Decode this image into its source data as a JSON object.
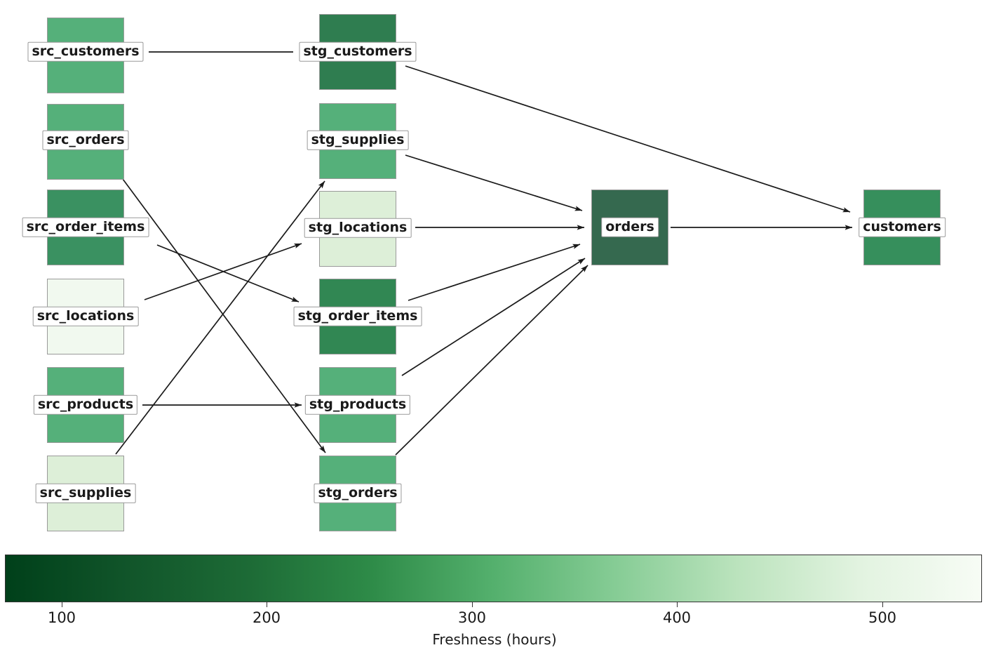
{
  "chart_data": {
    "type": "diagram",
    "subtype": "data-lineage-dag",
    "title": "",
    "colorbar": {
      "label": "Freshness (hours)",
      "ticks": [
        100,
        200,
        300,
        400,
        500
      ],
      "tick_labels": [
        "100",
        "200",
        "300",
        "400",
        "500"
      ],
      "vmin": 70,
      "vmax": 547,
      "colormap": "Greens_reversed",
      "gradient_stops": [
        "#00401a",
        "#11552a",
        "#1d6b36",
        "#2e8b48",
        "#54b06d",
        "#86cc95",
        "#bbe3bd",
        "#e2f3e0",
        "#f7fcf5"
      ],
      "orientation": "horizontal"
    },
    "nodes": [
      {
        "id": "src_customers",
        "label": "src_customers",
        "column": 0,
        "row": 0,
        "color": "#55b07a",
        "freshness": 246
      },
      {
        "id": "src_orders",
        "label": "src_orders",
        "column": 0,
        "row": 1,
        "color": "#55b07a",
        "freshness": 250
      },
      {
        "id": "src_order_items",
        "label": "src_order_items",
        "column": 0,
        "row": 2,
        "color": "#3a9161",
        "freshness": 188
      },
      {
        "id": "src_locations",
        "label": "src_locations",
        "column": 0,
        "row": 3,
        "color": "#f1f9ef",
        "freshness": 540
      },
      {
        "id": "src_products",
        "label": "src_products",
        "column": 0,
        "row": 4,
        "color": "#55b07a",
        "freshness": 248
      },
      {
        "id": "src_supplies",
        "label": "src_supplies",
        "column": 0,
        "row": 5,
        "color": "#ddefd8",
        "freshness": 470
      },
      {
        "id": "stg_customers",
        "label": "stg_customers",
        "column": 1,
        "row": 0,
        "color": "#2f7d50",
        "freshness": 150
      },
      {
        "id": "stg_supplies",
        "label": "stg_supplies",
        "column": 1,
        "row": 1,
        "color": "#55b07a",
        "freshness": 248
      },
      {
        "id": "stg_locations",
        "label": "stg_locations",
        "column": 1,
        "row": 2,
        "color": "#ddefd8",
        "freshness": 470
      },
      {
        "id": "stg_order_items",
        "label": "stg_order_items",
        "column": 1,
        "row": 3,
        "color": "#318753",
        "freshness": 170
      },
      {
        "id": "stg_products",
        "label": "stg_products",
        "column": 1,
        "row": 4,
        "color": "#55b07a",
        "freshness": 250
      },
      {
        "id": "stg_orders",
        "label": "stg_orders",
        "column": 1,
        "row": 5,
        "color": "#55b07a",
        "freshness": 250
      },
      {
        "id": "orders",
        "label": "orders",
        "column": 2,
        "row": 0,
        "color": "#35694f",
        "freshness": 120
      },
      {
        "id": "customers",
        "label": "customers",
        "column": 3,
        "row": 0,
        "color": "#368f5c",
        "freshness": 180
      }
    ],
    "edges": [
      {
        "from": "src_customers",
        "to": "stg_customers",
        "arrow": false
      },
      {
        "from": "src_orders",
        "to": "stg_orders",
        "arrow": true
      },
      {
        "from": "src_order_items",
        "to": "stg_order_items",
        "arrow": true
      },
      {
        "from": "src_locations",
        "to": "stg_locations",
        "arrow": true
      },
      {
        "from": "src_products",
        "to": "stg_products",
        "arrow": true
      },
      {
        "from": "src_supplies",
        "to": "stg_supplies",
        "arrow": true
      },
      {
        "from": "stg_customers",
        "to": "customers",
        "arrow": true
      },
      {
        "from": "stg_supplies",
        "to": "orders",
        "arrow": true
      },
      {
        "from": "stg_locations",
        "to": "orders",
        "arrow": true
      },
      {
        "from": "stg_order_items",
        "to": "orders",
        "arrow": true
      },
      {
        "from": "stg_products",
        "to": "orders",
        "arrow": true
      },
      {
        "from": "stg_orders",
        "to": "orders",
        "arrow": true
      },
      {
        "from": "orders",
        "to": "customers",
        "arrow": true
      }
    ]
  },
  "nodes": {
    "src_customers": {
      "label": "src_customers"
    },
    "src_orders": {
      "label": "src_orders"
    },
    "src_order_items": {
      "label": "src_order_items"
    },
    "src_locations": {
      "label": "src_locations"
    },
    "src_products": {
      "label": "src_products"
    },
    "src_supplies": {
      "label": "src_supplies"
    },
    "stg_customers": {
      "label": "stg_customers"
    },
    "stg_supplies": {
      "label": "stg_supplies"
    },
    "stg_locations": {
      "label": "stg_locations"
    },
    "stg_order_items": {
      "label": "stg_order_items"
    },
    "stg_products": {
      "label": "stg_products"
    },
    "stg_orders": {
      "label": "stg_orders"
    },
    "orders": {
      "label": "orders"
    },
    "customers": {
      "label": "customers"
    }
  },
  "colorbar": {
    "title": "Freshness (hours)",
    "tick_labels": [
      "100",
      "200",
      "300",
      "400",
      "500"
    ]
  }
}
